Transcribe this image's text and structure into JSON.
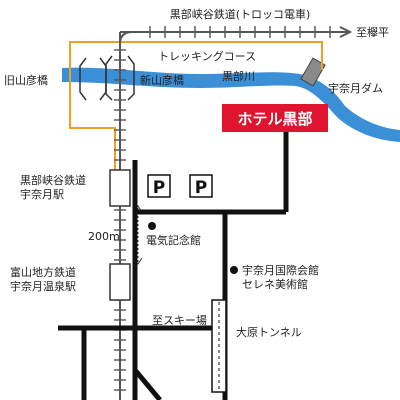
{
  "map": {
    "railway_top": "黒部峡谷鉄道(トロッコ電車)",
    "to_keyakidaira": "至欅平",
    "trekking_course": "トレッキングコース",
    "old_bridge": "旧山彦橋",
    "new_bridge": "新山彦橋",
    "river": "黒部川",
    "dam": "宇奈月ダム",
    "hotel": "ホテル黒部",
    "station1_line1": "黒部峡谷鉄道",
    "station1_line2": "宇奈月駅",
    "distance": "200m",
    "station2_line1": "富山地方鉄道",
    "station2_line2": "宇奈月温泉駅",
    "parking_1": "P",
    "parking_2": "P",
    "denki_kinenkan": "電気記念館",
    "kokusaikaikan_line1": "宇奈月国際会館",
    "kokusaikaikan_line2": "セレネ美術館",
    "to_ski": "至スキー場",
    "tunnel": "大原トンネル",
    "colors": {
      "river": "#3b8fd6",
      "trekking": "#f0a020",
      "hotel_bg": "#e0142e",
      "road": "#111111",
      "rail": "#555555"
    }
  }
}
